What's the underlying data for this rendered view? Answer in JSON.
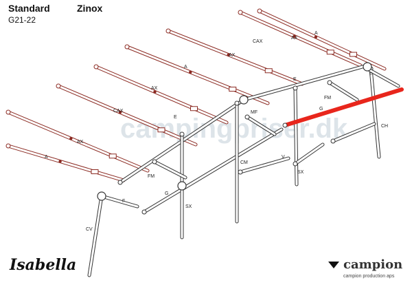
{
  "header": {
    "model": "Standard",
    "variant": "Zinox",
    "code": "G21-22"
  },
  "watermark": "campingpriser.dk",
  "part_labels": {
    "rafters": [
      "A",
      "AX",
      "CAX",
      "AX",
      "A",
      "AX",
      "CAX",
      "AX",
      "A"
    ],
    "frame": [
      "E",
      "E",
      "FM",
      "FM",
      "MF",
      "G",
      "G",
      "F",
      "F",
      "CH",
      "SX",
      "SX",
      "CM",
      "V",
      "CV"
    ]
  },
  "highlight_color": "#e8261c",
  "logos": {
    "left": "Isabella",
    "right": "campion",
    "right_sub": "campion production aps"
  }
}
